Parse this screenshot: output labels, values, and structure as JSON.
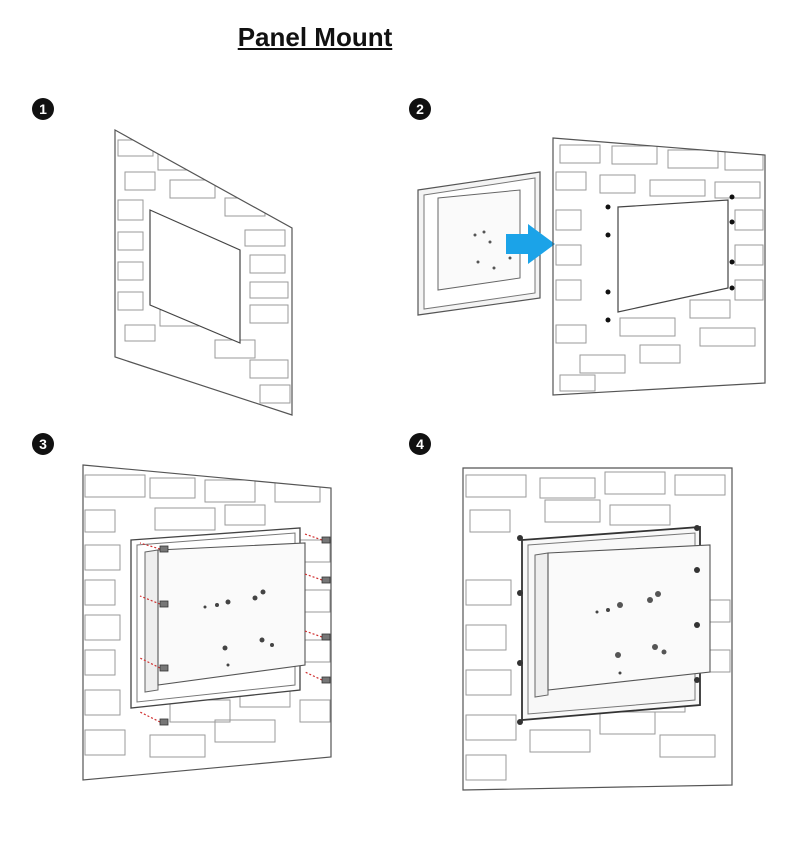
{
  "title": "Panel Mount",
  "steps": [
    {
      "number": "1"
    },
    {
      "number": "2"
    },
    {
      "number": "3"
    },
    {
      "number": "4"
    }
  ],
  "colors": {
    "arrow": "#1ba3e8",
    "screw_arrow": "#d03030",
    "line": "#555555",
    "brick": "#9a9a9a"
  }
}
